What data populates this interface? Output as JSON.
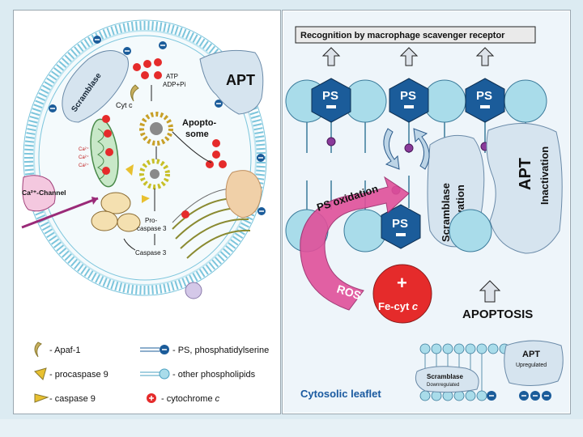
{
  "left_diagram": {
    "labels": {
      "scramblase": "Scramblase",
      "apt": "APT",
      "atp": "ATP",
      "adp_pi": "ADP+Pi",
      "cyt_c": "Cyt c",
      "apoptosome_1": "Apopto-",
      "apoptosome_2": "some",
      "ca1": "Ca²⁺",
      "ca2": "Ca²⁺",
      "ca3": "Ca²⁺",
      "ca_channel": "Ca²⁺-Channel",
      "procaspase3_1": "Pro-",
      "procaspase3_2": "caspase 3",
      "caspase3": "Caspase 3"
    },
    "legend": [
      {
        "symbol": "apaf-1",
        "text": "- Apaf-1"
      },
      {
        "symbol": "procaspase-9",
        "text": "- procaspase 9"
      },
      {
        "symbol": "caspase-9",
        "text": "- caspase 9"
      },
      {
        "symbol": "ps",
        "text": "- PS, phosphatidylserine"
      },
      {
        "symbol": "phospholipid",
        "text": "- other phospholipids"
      },
      {
        "symbol": "cytochrome-c",
        "text": "- cytochrome "
      },
      {
        "symbol": "cytochrome-c-italic",
        "text": "c"
      }
    ]
  },
  "right_diagram": {
    "header": "Recognition by macrophage scavenger receptor",
    "ps_label": "PS",
    "minus": "-",
    "plus": "+",
    "ps_oxidation": "PS oxidation",
    "scramblase_activation_1": "Scramblase",
    "scramblase_activation_2": "Activation",
    "apt_big": "APT",
    "apt_inactivation": "Inactivation",
    "ros": "ROS",
    "fe_cyt_1": "Fe-cyt ",
    "fe_cyt_2": "c",
    "apoptosis": "APOPTOSIS",
    "apt_small": "APT",
    "apt_upregulated": "Upregulated",
    "scramblase_small": "Scramblase",
    "scramblase_downregulated": "Downregulated",
    "cytosolic_leaflet": "Cytosolic leaflet"
  },
  "colors": {
    "ps_hex": "#1b5c9a",
    "phospholipid": "#a9dcea",
    "cytochrome": "#e52b2b",
    "protein_fill": "#d6e4ef",
    "ros_arrow": "#e0509a",
    "title_blue": "#1a5aa0"
  }
}
